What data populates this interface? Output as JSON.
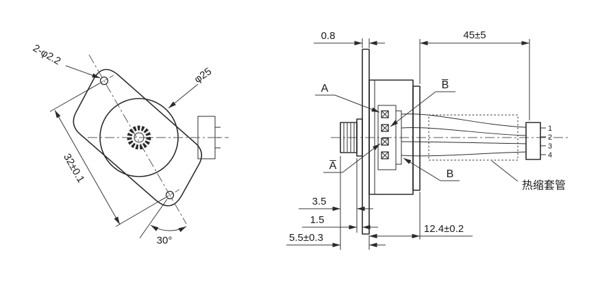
{
  "front_view": {
    "dim_mount_holes": "2-φ2.2",
    "dim_body_diameter": "φ25",
    "dim_hole_spacing": "32±0.1",
    "dim_angle": "30°"
  },
  "side_view": {
    "dim_flange_thickness": "0.8",
    "dim_lead_length": "45±5",
    "dim_pinion_length": "3.5",
    "dim_boss_length": "1.5",
    "dim_shaft_total": "5.5±0.3",
    "dim_body_depth": "12.4±0.2",
    "label_phase_a": "A",
    "label_phase_a_bar": "A̅",
    "label_phase_b": "B",
    "label_phase_b_bar": "B̅",
    "heat_shrink_label": "热缩套管",
    "pins": [
      "1",
      "2",
      "3",
      "4"
    ]
  }
}
